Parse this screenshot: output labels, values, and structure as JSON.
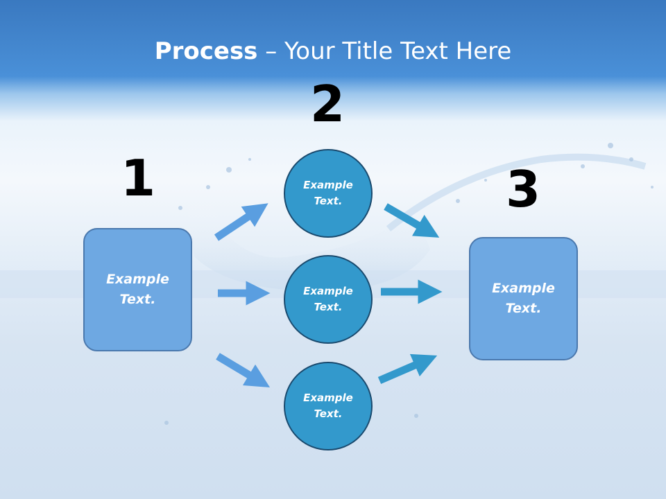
{
  "title": {
    "bold": "Process",
    "rest": " – Your Title Text Here"
  },
  "steps": {
    "one": "1",
    "two": "2",
    "three": "3"
  },
  "left_box": {
    "text": "Example\nText."
  },
  "circles": [
    {
      "text": "Example\nText."
    },
    {
      "text": "Example\nText."
    },
    {
      "text": "Example\nText."
    }
  ],
  "right_box": {
    "text": "Example\nText."
  },
  "colors": {
    "box_fill": "#6ea8e2",
    "circle_fill": "#3399cc",
    "arrow_left": "#5a9ee0",
    "arrow_right": "#3399cc",
    "header": "#3a79c0"
  }
}
